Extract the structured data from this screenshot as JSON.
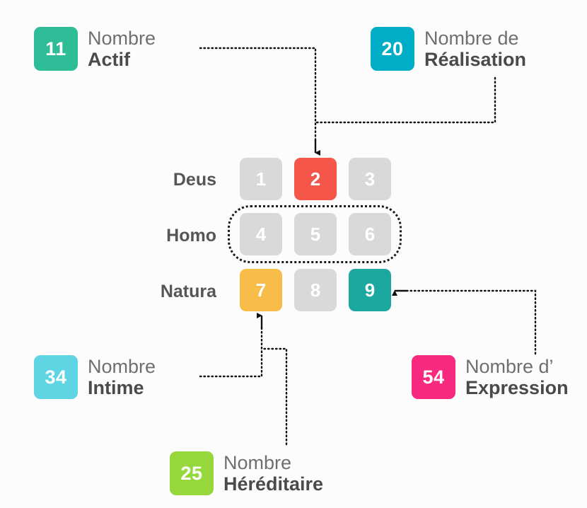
{
  "diagram": {
    "title_hidden": "",
    "background": "#fdfcfc",
    "grid": {
      "rows": [
        {
          "label": "Deus"
        },
        {
          "label": "Homo"
        },
        {
          "label": "Natura"
        }
      ],
      "cells": [
        {
          "value": "1",
          "color": "#d9d9d9",
          "text_color": "#ffffff",
          "highlight": false
        },
        {
          "value": "2",
          "color": "#f4574a",
          "text_color": "#ffffff",
          "highlight": true
        },
        {
          "value": "3",
          "color": "#d9d9d9",
          "text_color": "#ffffff",
          "highlight": false
        },
        {
          "value": "4",
          "color": "#d9d9d9",
          "text_color": "#ffffff",
          "highlight": false
        },
        {
          "value": "5",
          "color": "#d9d9d9",
          "text_color": "#ffffff",
          "highlight": false
        },
        {
          "value": "6",
          "color": "#d9d9d9",
          "text_color": "#ffffff",
          "highlight": false
        },
        {
          "value": "7",
          "color": "#f8bc48",
          "text_color": "#ffffff",
          "highlight": true
        },
        {
          "value": "8",
          "color": "#d9d9d9",
          "text_color": "#ffffff",
          "highlight": false
        },
        {
          "value": "9",
          "color": "#1ca89e",
          "text_color": "#ffffff",
          "highlight": true
        }
      ],
      "highlighted_row_outline": "Homo"
    },
    "callouts": [
      {
        "id": "actif",
        "number": "11",
        "color": "#2ebd96",
        "line1": "Nombre",
        "line2": "Actif",
        "target_cell": "2"
      },
      {
        "id": "realisation",
        "number": "20",
        "color": "#00adc6",
        "line1": "Nombre de",
        "line2": "Réalisation",
        "target_cell": "2"
      },
      {
        "id": "intime",
        "number": "34",
        "color": "#5fd5e3",
        "line1": "Nombre",
        "line2": "Intime",
        "target_cell": "7"
      },
      {
        "id": "expression",
        "number": "54",
        "color": "#f72a7f",
        "line1": "Nombre d’",
        "line2": "Expression",
        "target_cell": "9"
      },
      {
        "id": "hereditaire",
        "number": "25",
        "color": "#96d73c",
        "line1": "Nombre",
        "line2": "Héréditaire",
        "target_cell": "7"
      }
    ]
  }
}
